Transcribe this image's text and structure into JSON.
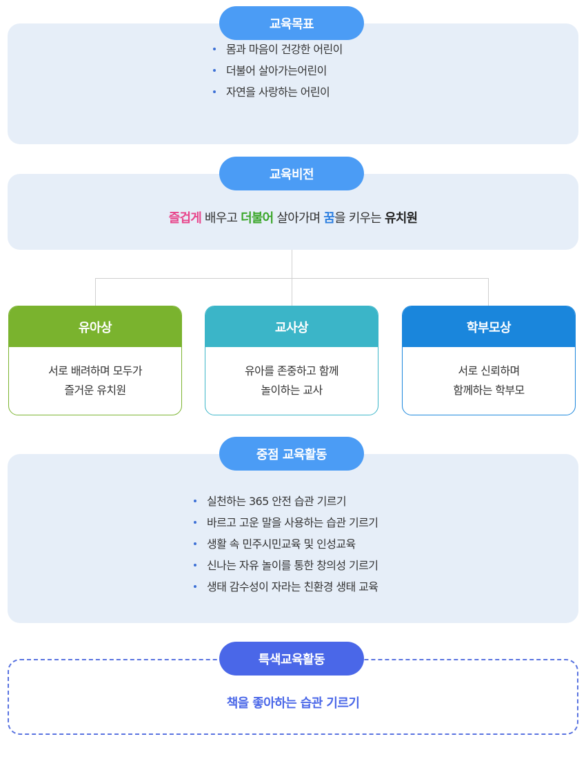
{
  "goals": {
    "title": "교육목표",
    "items": [
      "몸과 마음이 건강한 어린이",
      "더불어 살아가는어린이",
      "자연을 사랑하는 어린이"
    ]
  },
  "vision": {
    "title": "교육비전",
    "segments": [
      {
        "text": "즐겁게",
        "highlight": "pink"
      },
      {
        "text": " 배우고 ",
        "highlight": ""
      },
      {
        "text": "더불어",
        "highlight": "green"
      },
      {
        "text": " 살아가며 ",
        "highlight": ""
      },
      {
        "text": "꿈",
        "highlight": "blue"
      },
      {
        "text": "을 키우는 ",
        "highlight": ""
      },
      {
        "text": "유치원",
        "highlight": "dark"
      }
    ]
  },
  "images": [
    {
      "title": "유아상",
      "lines": [
        "서로 배려하며 모두가",
        "즐거운 유치원"
      ],
      "color": "#7ab32e"
    },
    {
      "title": "교사상",
      "lines": [
        "유아를 존중하고 함께",
        "놀이하는 교사"
      ],
      "color": "#3bb5c8"
    },
    {
      "title": "학부모상",
      "lines": [
        "서로 신뢰하며",
        "함께하는 학부모"
      ],
      "color": "#1a86dc"
    }
  ],
  "focus": {
    "title": "중점 교육활동",
    "items": [
      "실천하는 365 안전 습관 기르기",
      "바르고 고운 말을 사용하는 습관 기르기",
      "생활 속 민주시민교육 및 인성교육",
      "신나는 자유 놀이를 통한 창의성 기르기",
      "생태 감수성이 자라는 친환경 생태 교육"
    ]
  },
  "special": {
    "title": "특색교육활동",
    "text": "책을 좋아하는 습관 기르기"
  },
  "colors": {
    "pill_blue": "#4b9cf5",
    "panel_bg": "#e6eef8",
    "special_blue": "#4a67e8",
    "highlight_pink": "#e8458b",
    "highlight_green": "#3aa62a",
    "highlight_blue": "#2d7fe0"
  }
}
